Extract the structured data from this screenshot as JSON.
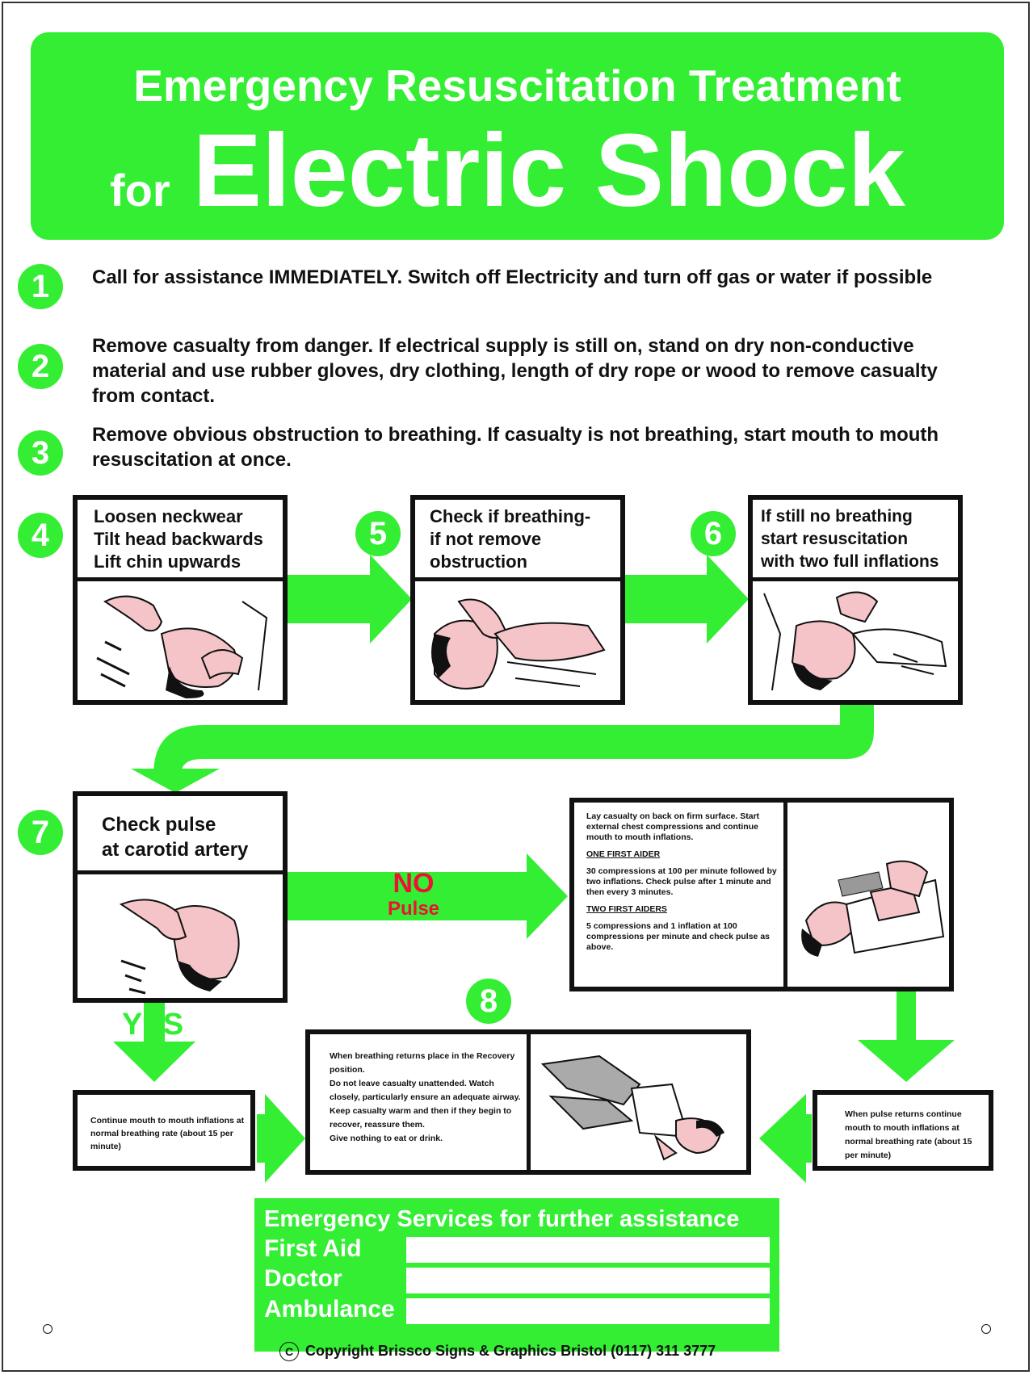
{
  "header": {
    "title_line1": "Emergency Resuscitation Treatment",
    "title_for": "for",
    "title_main": "Electric Shock"
  },
  "steps": [
    {
      "number": "1",
      "text": "Call for assistance IMMEDIATELY. Switch off Electricity and turn off gas or water if possible"
    },
    {
      "number": "2",
      "text": "Remove casualty from danger. If electrical supply is still on, stand on dry non-conductive material and use rubber gloves, dry clothing, length of dry rope or wood to remove casualty from contact."
    },
    {
      "number": "3",
      "text": "Remove obvious obstruction to breathing. If casualty is not breathing, start mouth to mouth resuscitation at once."
    }
  ],
  "panels": {
    "p4": {
      "number": "4",
      "lines": [
        "Loosen neckwear",
        "Tilt head backwards",
        "Lift chin upwards"
      ]
    },
    "p5": {
      "number": "5",
      "lines": [
        "Check if breathing-",
        "if not remove",
        "obstruction"
      ]
    },
    "p6": {
      "number": "6",
      "lines": [
        "If still no breathing",
        "start resuscitation",
        "with two full inflations"
      ]
    },
    "p7": {
      "number": "7",
      "lines": [
        "Check pulse",
        "at carotid artery"
      ]
    },
    "p8": {
      "number": "8"
    }
  },
  "no_pulse": {
    "no": "NO",
    "pulse": "Pulse"
  },
  "yes_label": "YES",
  "cpr": {
    "intro": "Lay casualty on back on firm surface. Start external chest compressions and continue mouth to mouth inflations.",
    "one_title": "ONE FIRST AIDER",
    "one_text": "30 compressions at 100 per minute followed by two inflations. Check pulse after 1 minute and then every 3 minutes.",
    "two_title": "TWO FIRST AIDERS",
    "two_text": "5 compressions and 1 inflation at 100 compressions per minute and check pulse as above."
  },
  "continue_box": "Continue mouth to mouth inflations at normal breathing rate (about 15 per minute)",
  "recovery": {
    "l1": "When breathing returns place in the Recovery position.",
    "l2": "Do not leave casualty unattended. Watch closely, particularly ensure an adequate airway.",
    "l3": "Keep casualty warm and then if they begin to recover, reassure them.",
    "l4": "Give nothing to eat or drink."
  },
  "pulse_returns": "When pulse returns continue mouth to mouth inflations at normal breathing rate (about 15 per minute)",
  "emergency": {
    "heading": "Emergency Services for further assistance",
    "first_aid": "First Aid",
    "doctor": "Doctor",
    "ambulance": "Ambulance"
  },
  "copyright": {
    "symbol": "C",
    "text": "Copyright Brissco Signs & Graphics Bristol (0117) 311 3777"
  },
  "colors": {
    "green": "#33ee33",
    "red": "#ee1133",
    "skin": "#f4c4c8",
    "black": "#111111"
  }
}
